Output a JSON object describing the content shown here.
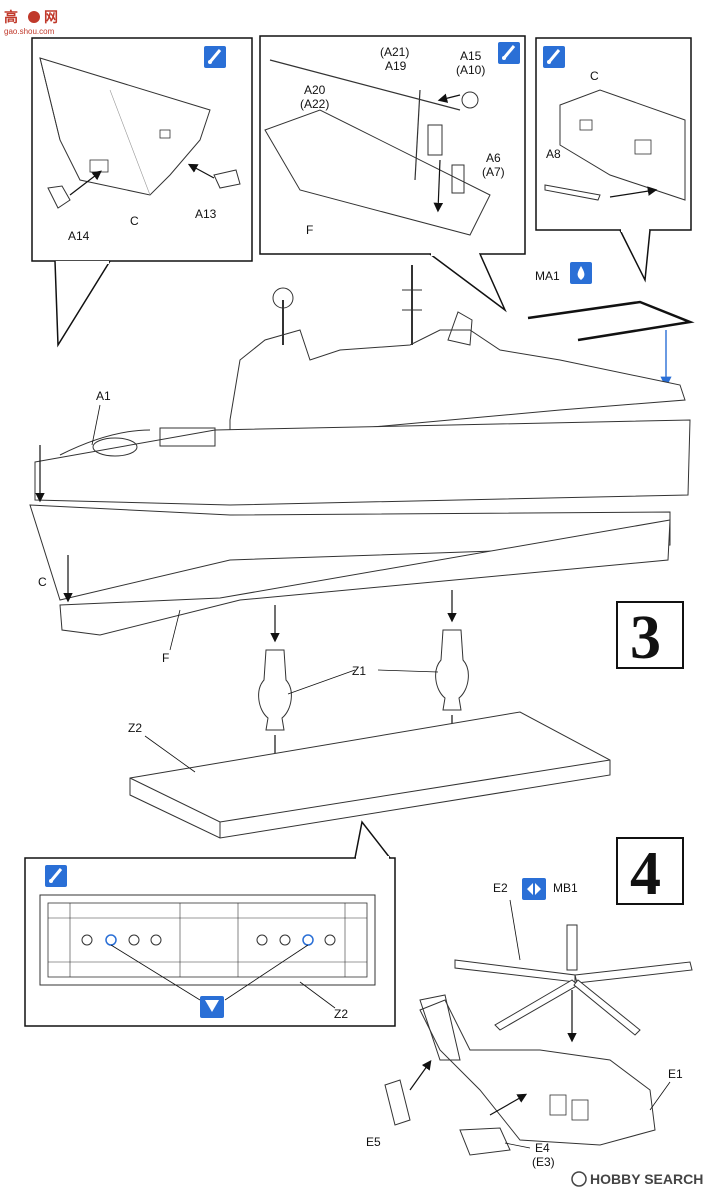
{
  "watermark_top": {
    "cn": "高",
    "cn2": "网",
    "url": "gao.shou.com"
  },
  "watermark_bottom": "HOBBY SEARCH",
  "steps": [
    {
      "number": "3"
    },
    {
      "number": "4"
    }
  ],
  "callouts": {
    "bow_detail": {
      "labels": {
        "a14": "A14",
        "c": "C",
        "a13": "A13"
      }
    },
    "mast_detail": {
      "labels": {
        "a21": "(A21)",
        "a19": "A19",
        "a15": "A15",
        "a10": "(A10)",
        "a20": "A20",
        "a22": "(A22)",
        "a6": "A6",
        "a7": "(A7)",
        "f": "F"
      }
    },
    "stern_detail": {
      "labels": {
        "c": "C",
        "a8": "A8"
      }
    },
    "base_detail": {
      "labels": {
        "z2": "Z2"
      }
    }
  },
  "main_labels": {
    "ma1": "MA1",
    "a1": "A1",
    "c": "C",
    "f": "F",
    "z1": "Z1",
    "z2": "Z2"
  },
  "heli_labels": {
    "e2": "E2",
    "mb1": "MB1",
    "e1": "E1",
    "e5": "E5",
    "e4": "E4",
    "e3": "(E3)"
  }
}
